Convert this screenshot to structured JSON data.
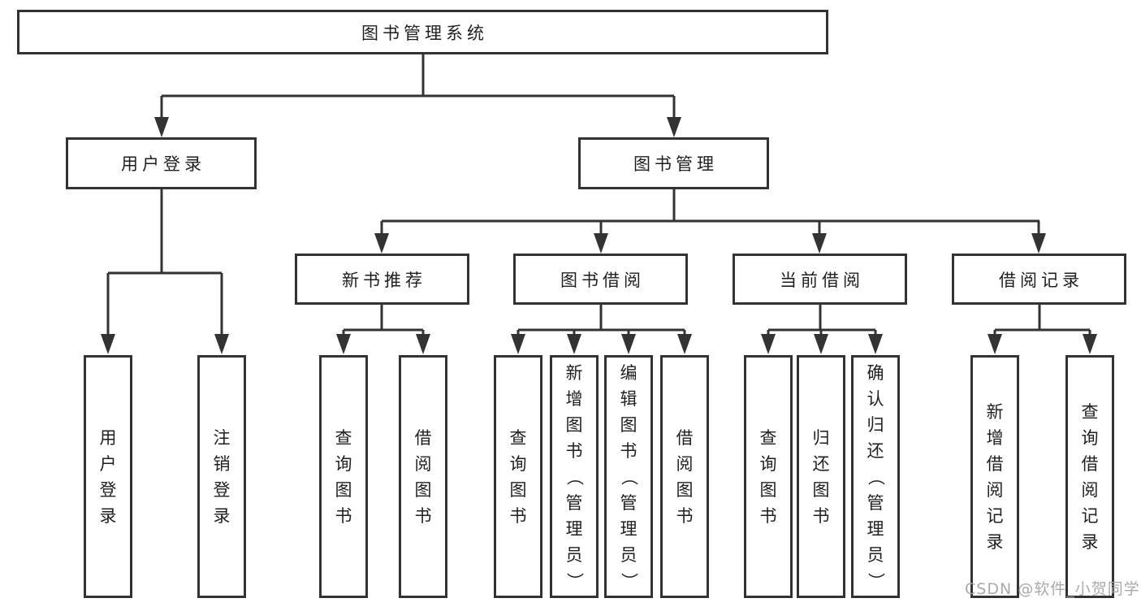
{
  "diagram_title": "图书管理系统",
  "watermark": "CSDN @软件_小贺同学",
  "colors": {
    "line": "#333333",
    "box_border": "#333333",
    "text": "#1f1f1f",
    "watermark": "#a5a5a5",
    "background": "#ffffff"
  },
  "tree": {
    "root": {
      "label": "图书管理系统"
    },
    "children": [
      {
        "label": "用户登录",
        "children": [
          {
            "label": "用户登录"
          },
          {
            "label": "注销登录"
          }
        ]
      },
      {
        "label": "图书管理",
        "children": [
          {
            "label": "新书推荐",
            "children": [
              {
                "label": "查询图书"
              },
              {
                "label": "借阅图书"
              }
            ]
          },
          {
            "label": "图书借阅",
            "children": [
              {
                "label": "查询图书"
              },
              {
                "label": "新增图书（管理员）"
              },
              {
                "label": "编辑图书（管理员）"
              },
              {
                "label": "借阅图书"
              }
            ]
          },
          {
            "label": "当前借阅",
            "children": [
              {
                "label": "查询图书"
              },
              {
                "label": "归还图书"
              },
              {
                "label": "确认归还（管理员）"
              }
            ]
          },
          {
            "label": "借阅记录",
            "children": [
              {
                "label": "新增借阅记录"
              },
              {
                "label": "查询借阅记录"
              }
            ]
          }
        ]
      }
    ]
  }
}
